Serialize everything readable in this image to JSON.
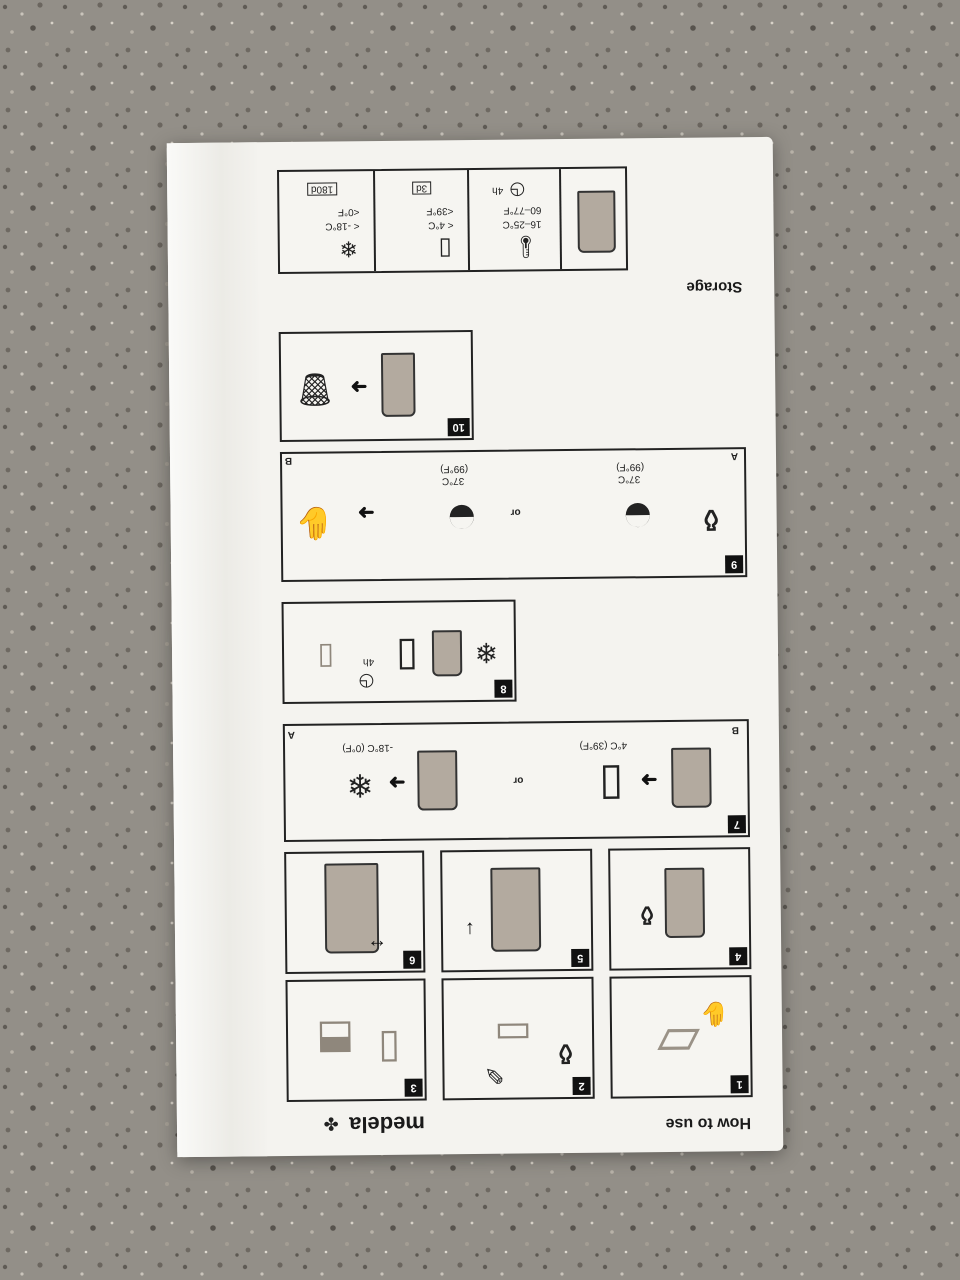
{
  "brand": {
    "name": "medela",
    "logo_icon": "medela-logo-icon"
  },
  "headings": {
    "how_to_use": "How to use",
    "storage": "Storage"
  },
  "steps": [
    {
      "n": "1"
    },
    {
      "n": "2"
    },
    {
      "n": "3"
    },
    {
      "n": "4"
    },
    {
      "n": "5"
    },
    {
      "n": "6"
    },
    {
      "n": "7"
    },
    {
      "n": "8"
    },
    {
      "n": "9"
    },
    {
      "n": "10"
    }
  ],
  "step7": {
    "fridge_temp": "4°C (39°F)",
    "freezer_temp": "-18°C (0°F)",
    "or": "or",
    "sub_a": "A",
    "sub_b": "B"
  },
  "step8": {
    "thaw_time": "4h"
  },
  "step9": {
    "warm_a": "37°C",
    "warm_a_f": "(99°F)",
    "warm_b": "37°C",
    "warm_b_f": "(99°F)",
    "or": "or",
    "sub_a": "A",
    "sub_b": "B"
  },
  "storage": {
    "room": {
      "time": "4h",
      "range_c": "16–25°C",
      "range_f": "60–77°F"
    },
    "fridge": {
      "days": "3d",
      "temp_c": "< 4°C",
      "temp_f": "<39°F"
    },
    "freezer": {
      "days": "180d",
      "temp_c": "< -18°C",
      "temp_f": "<0°F"
    }
  },
  "colors": {
    "ink": "#222222",
    "bag": "#f4f3ef",
    "milk_bag": "#b3aa9f",
    "counter": "#8f8c86"
  }
}
